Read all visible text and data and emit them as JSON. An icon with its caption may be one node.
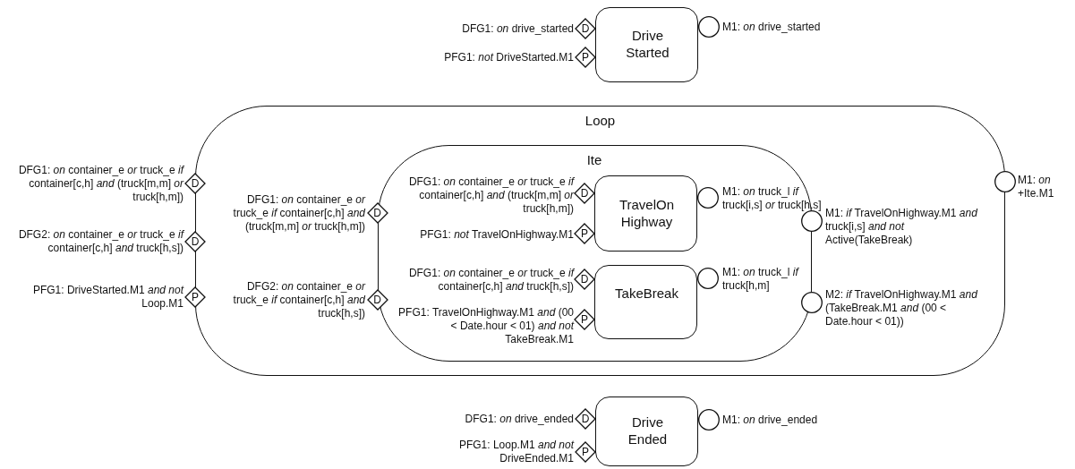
{
  "diagram": {
    "nodes": [
      {
        "text": [
          "Drive Started"
        ]
      },
      {
        "text": [
          "D"
        ],
        "beside": [
          "DFG1: *on* drive_started"
        ]
      },
      {
        "text": [
          "P"
        ],
        "beside": [
          "PFG1: *not* DriveStarted.M1"
        ]
      },
      {
        "text": [],
        "shape": "circle",
        "beside": [
          "M1: *on* drive_started"
        ]
      },
      {
        "text": [
          "Loop"
        ]
      },
      {
        "text": [
          "D"
        ],
        "beside": [
          "DFG1: *on* container_e *or* truck_e *if* container[c,h] *and* (truck[m,m] *or* truck[h,m])"
        ]
      },
      {
        "text": [
          "D"
        ],
        "beside": [
          "DFG2: *on* container_e *or* truck_e *if* container[c,h] *and* truck[h,s])"
        ]
      },
      {
        "text": [
          "P"
        ],
        "beside": [
          "PFG1: DriveStarted.M1 *and not* Loop.M1"
        ]
      },
      {
        "text": [
          "Ite"
        ],
        "in": 4
      },
      {
        "text": [
          "D"
        ],
        "in": 4,
        "beside": [
          "DFG1: *on* container_e *or* truck_e *if* container[c,h] *and* (truck[m,m] *or* truck[h,m])"
        ]
      },
      {
        "text": [
          "D"
        ],
        "in": 4,
        "beside": [
          "DFG2: *on* container_e *or* truck_e *if* container[c,h] *and* truck[h,s])"
        ]
      },
      {
        "text": [
          "TravelOn Highway"
        ],
        "in": 8
      },
      {
        "text": [
          "D"
        ],
        "in": 8,
        "beside": [
          "DFG1: *on* container_e *or* truck_e *if* container[c,h] *and* (truck[m,m] *or* truck[h,m])"
        ]
      },
      {
        "text": [
          "P"
        ],
        "in": 8,
        "beside": [
          "PFG1: *not* TravelOnHighway.M1"
        ]
      },
      {
        "text": [],
        "shape": "circle",
        "in": 8,
        "beside": [
          "M1: *on* truck_l *if* truck[i,s] *or* truck[h,s]"
        ]
      },
      {
        "text": [
          "TakeBreak"
        ],
        "in": 8
      },
      {
        "text": [
          "D"
        ],
        "in": 8,
        "beside": [
          "DFG1: *on* container_e *or* truck_e *if* container[c,h] *and* truck[h,s])"
        ]
      },
      {
        "text": [
          "P"
        ],
        "in": 8,
        "beside": [
          "PFG1: TravelOnHighway.M1 *and* (00 < Date.hour < 01) *and not* TakeBreak.M1"
        ]
      },
      {
        "text": [],
        "shape": "circle",
        "in": 8,
        "beside": [
          "M1: *on* truck_l *if* truck[h,m]"
        ]
      },
      {
        "text": [],
        "shape": "circle",
        "in": 4,
        "beside": [
          "M1: *if* TravelOnHighway.M1 *and* truck[i,s] *and not* Active(TakeBreak)"
        ]
      },
      {
        "text": [],
        "shape": "circle",
        "in": 4,
        "beside": [
          "M2: *if* TravelOnHighway.M1 *and* (TakeBreak.M1 *and* (00 < Date.hour < 01))"
        ]
      },
      {
        "text": [],
        "shape": "circle",
        "beside": [
          "M1: *on* +Ite.M1"
        ]
      },
      {
        "text": [
          "Drive Ended"
        ]
      },
      {
        "text": [
          "D"
        ],
        "beside": [
          "DFG1: *on* drive_ended"
        ]
      },
      {
        "text": [
          "P"
        ],
        "beside": [
          "PFG1: Loop.M1 *and not* DriveEnded.M1"
        ]
      },
      {
        "text": [],
        "shape": "circle",
        "beside": [
          "M1: *on* drive_ended"
        ]
      }
    ]
  }
}
